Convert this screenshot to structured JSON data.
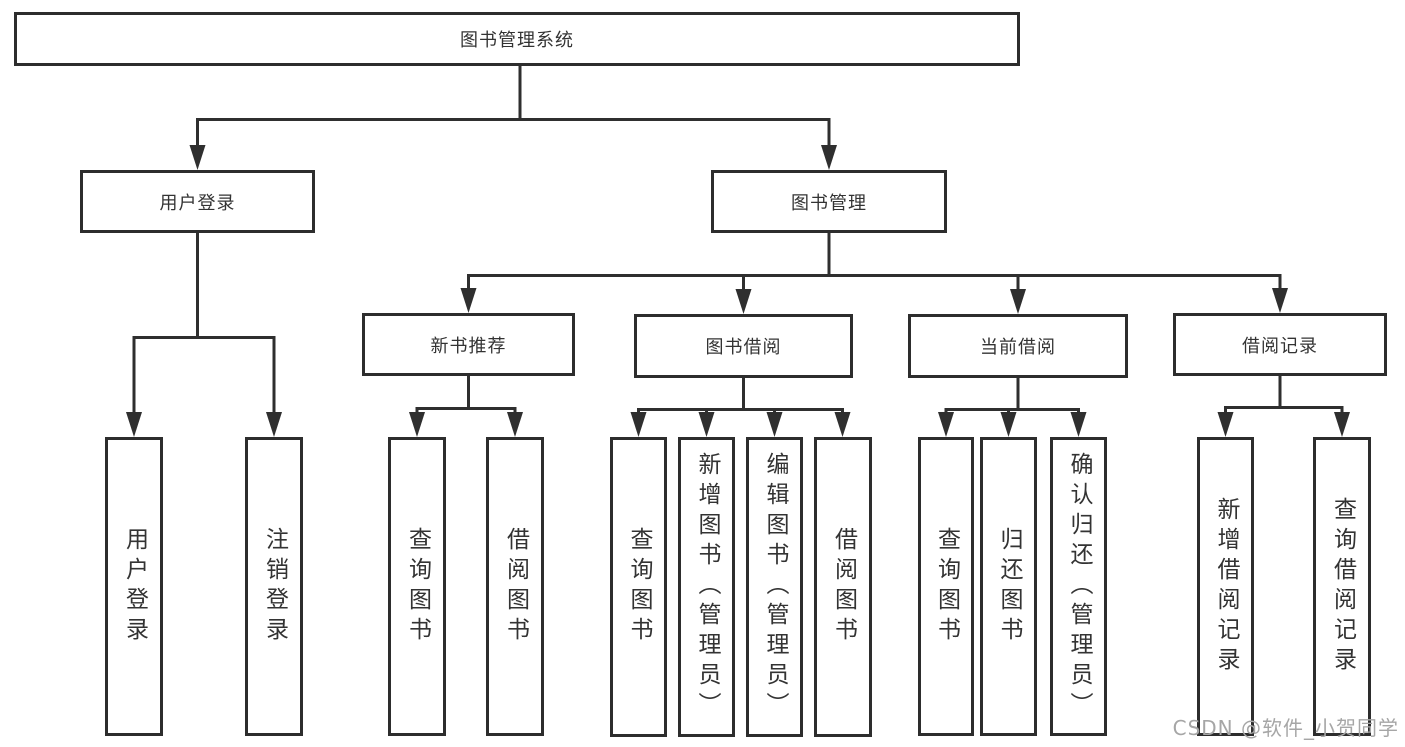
{
  "diagram": {
    "title": "图书管理系统",
    "root": "图书管理系统",
    "level2": {
      "login": "用户登录",
      "management": "图书管理"
    },
    "level3": {
      "recommend": "新书推荐",
      "borrow": "图书借阅",
      "current": "当前借阅",
      "record": "借阅记录"
    },
    "loginChildren": [
      "用户登录",
      "注销登录"
    ],
    "recommendChildren": [
      "查询图书",
      "借阅图书"
    ],
    "borrowChildren": [
      "查询图书",
      "新增图书（管理员）",
      "编辑图书（管理员）",
      "借阅图书"
    ],
    "currentChildren": [
      "查询图书",
      "归还图书",
      "确认归还（管理员）"
    ],
    "recordChildren": [
      "新增借阅记录",
      "查询借阅记录"
    ]
  },
  "watermark": {
    "text": "CSDN @软件_小贺同学",
    "color": "#a6a6a6"
  },
  "colors": {
    "line": "#2f2f2f",
    "box_border": "#2d2d2d",
    "text": "#333333",
    "background": "#ffffff"
  }
}
